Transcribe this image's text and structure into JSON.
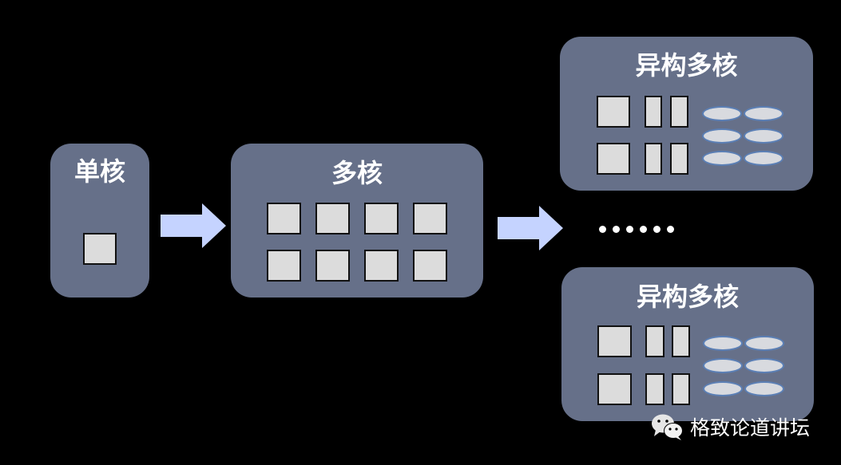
{
  "panels": {
    "single_core": {
      "title": "单核"
    },
    "multi_core": {
      "title": "多核"
    },
    "hetero_top": {
      "title": "异构多核"
    },
    "hetero_bottom": {
      "title": "异构多核"
    }
  },
  "colors": {
    "background": "#000000",
    "panel": "#667089",
    "core_fill": "#dcdcdc",
    "arrow": "#c5d3ff",
    "ellipse_stroke": "#5b7fb5"
  },
  "watermark": {
    "icon": "wechat-icon",
    "text": "格致论道讲坛"
  }
}
